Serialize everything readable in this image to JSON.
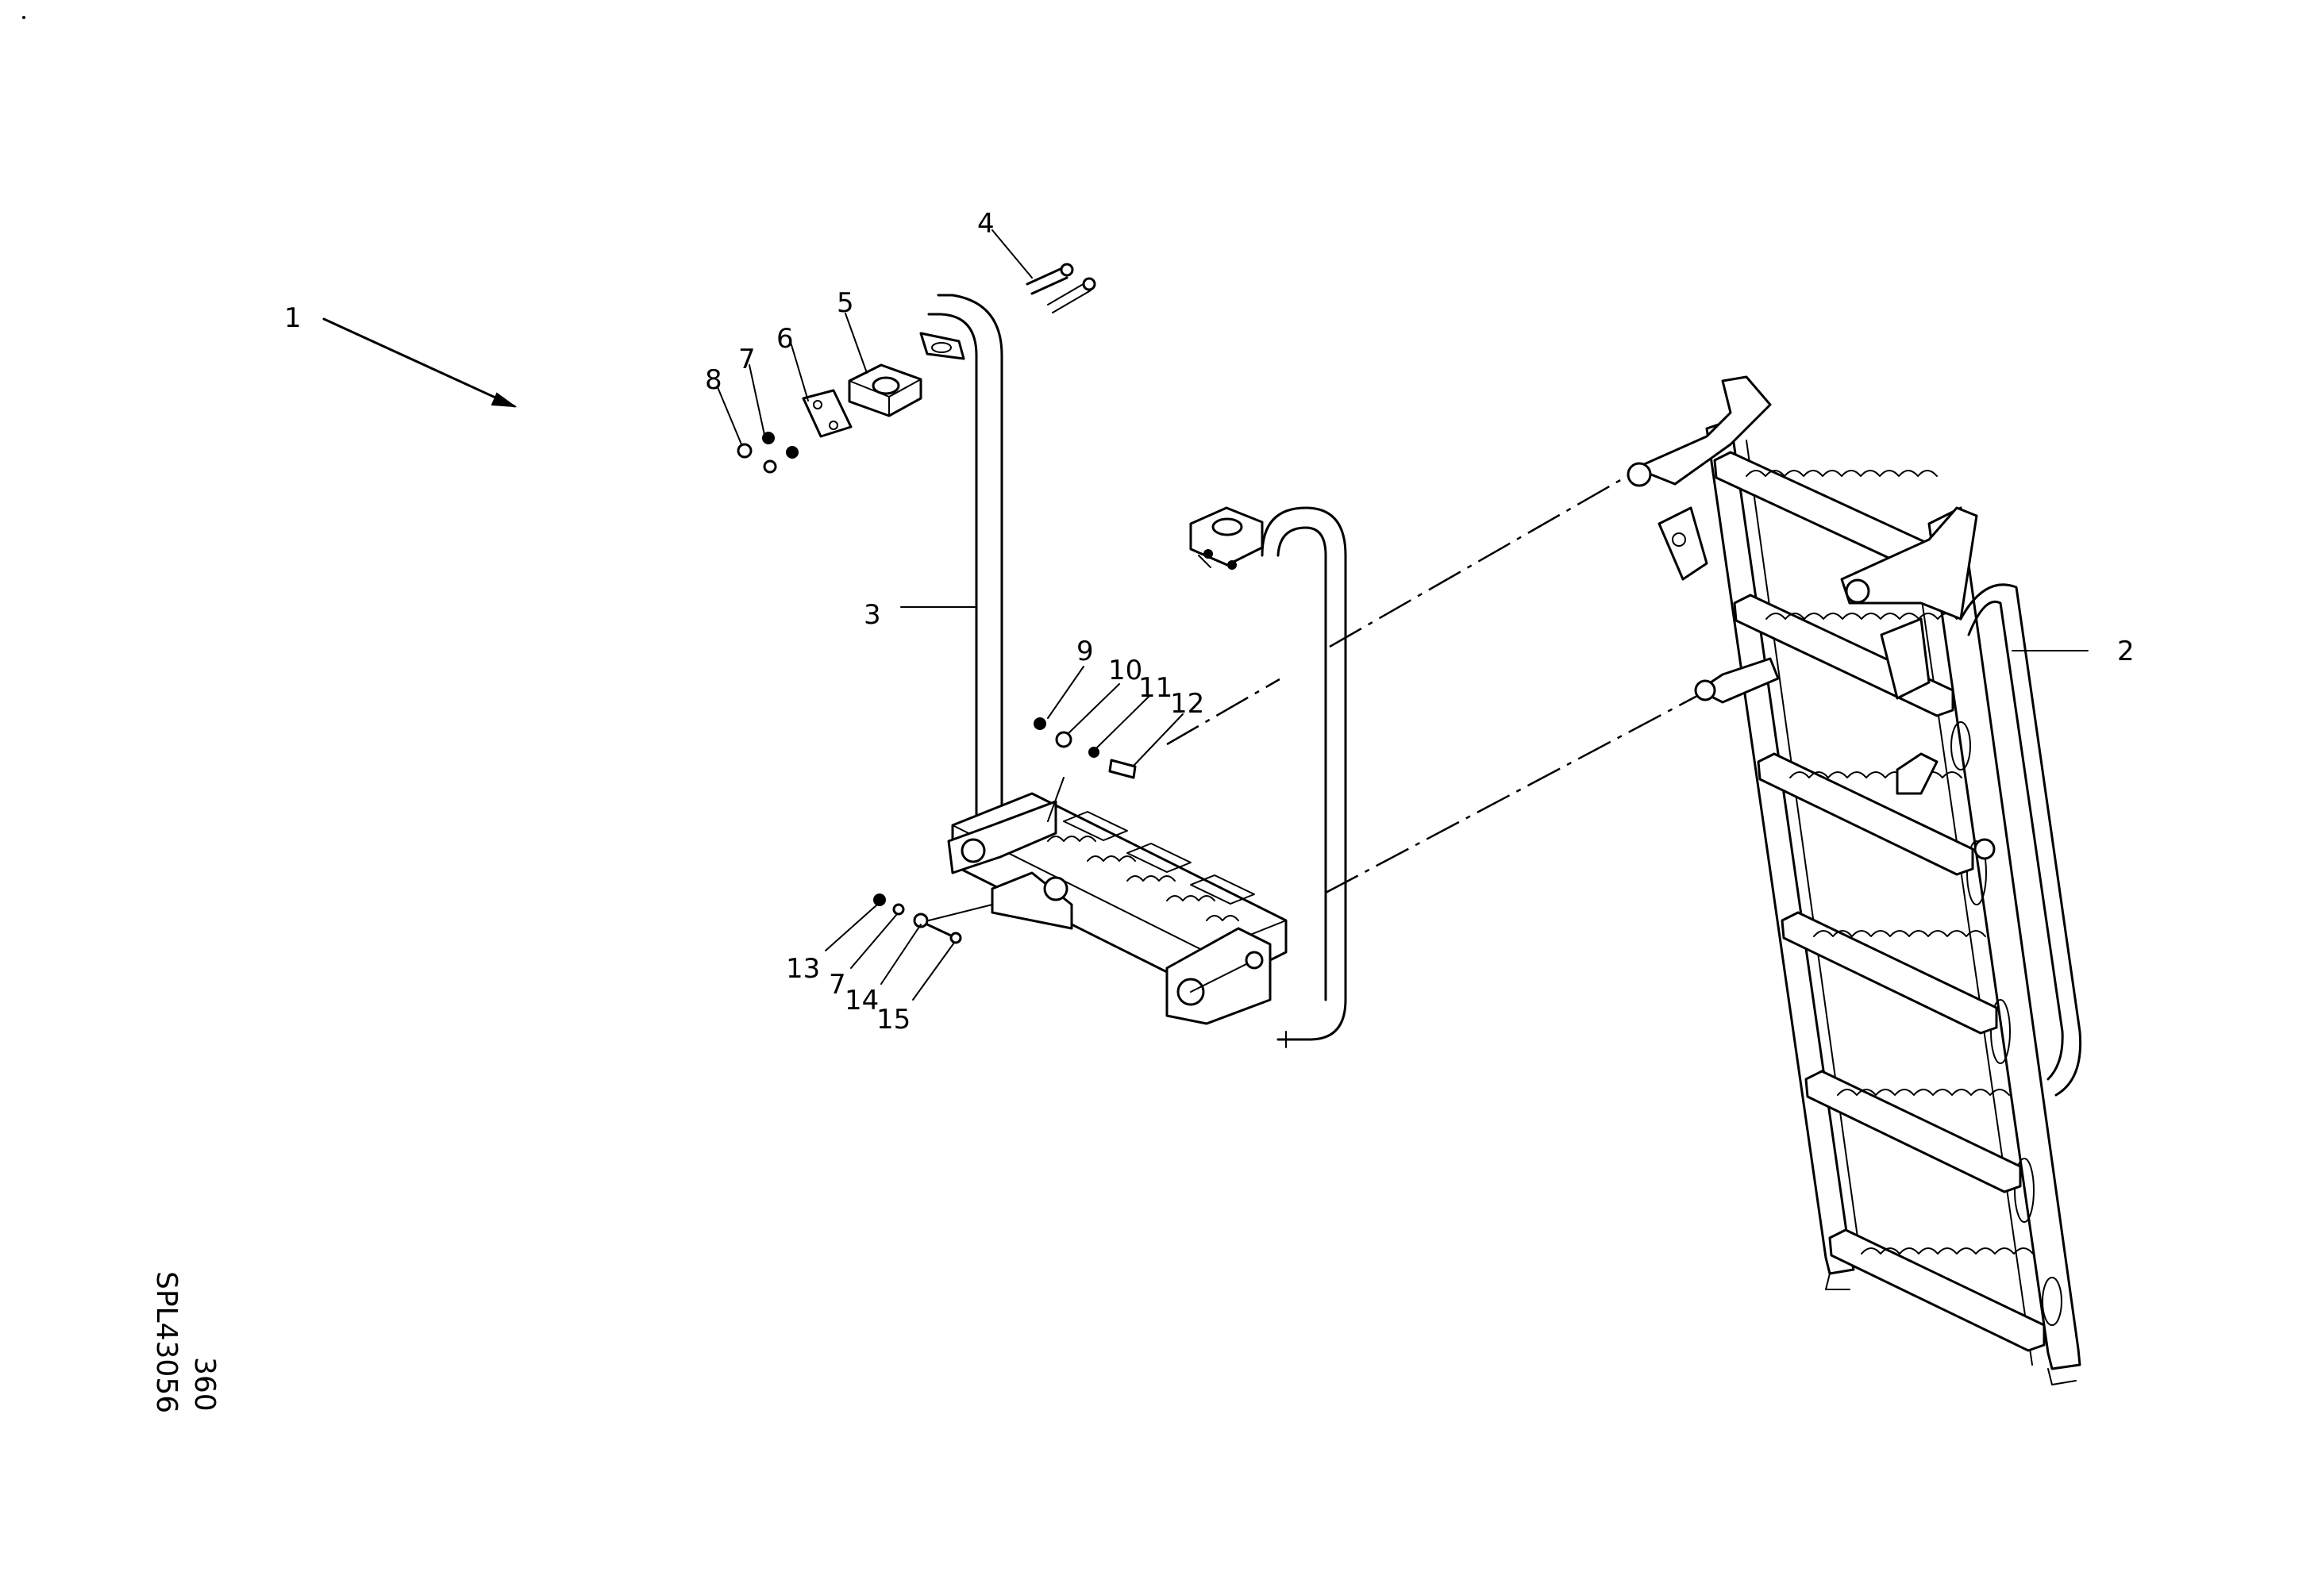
{
  "drawing": {
    "title": "",
    "reference_code": "SPL43056",
    "reference_page": "360"
  },
  "callouts": [
    {
      "id": "1",
      "label": "1"
    },
    {
      "id": "2",
      "label": "2"
    },
    {
      "id": "3",
      "label": "3"
    },
    {
      "id": "4",
      "label": "4"
    },
    {
      "id": "5",
      "label": "5"
    },
    {
      "id": "6",
      "label": "6"
    },
    {
      "id": "7a",
      "label": "7"
    },
    {
      "id": "8",
      "label": "8"
    },
    {
      "id": "9",
      "label": "9"
    },
    {
      "id": "10",
      "label": "10"
    },
    {
      "id": "11",
      "label": "11"
    },
    {
      "id": "12",
      "label": "12"
    },
    {
      "id": "13",
      "label": "13"
    },
    {
      "id": "7b",
      "label": "7"
    },
    {
      "id": "14",
      "label": "14"
    },
    {
      "id": "15",
      "label": "15"
    }
  ]
}
